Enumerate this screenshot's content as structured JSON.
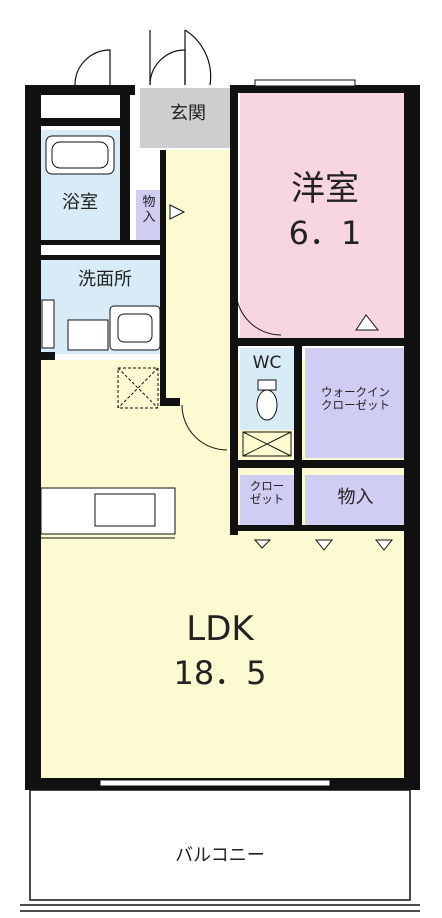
{
  "rooms": {
    "western_room": {
      "name": "洋室",
      "size": "6．1"
    },
    "ldk": {
      "name": "LDK",
      "size": "18．5"
    },
    "bathroom": "浴室",
    "washroom": "洗面所",
    "entrance": "玄関",
    "storage_small": "物\n入",
    "wc": "WC",
    "walk_in_closet": "ウォークイン\nクローゼット",
    "closet": "クロー\nゼット",
    "storage": "物入",
    "balcony": "バルコニー"
  },
  "colors": {
    "ldk_fill": "#fbfad0",
    "western_fill": "#f8d6e0",
    "wet_fill": "#d8ecf7",
    "storage_fill": "#cfcdf1",
    "entrance_fill": "#cfcfcf",
    "wall": "#111111"
  }
}
